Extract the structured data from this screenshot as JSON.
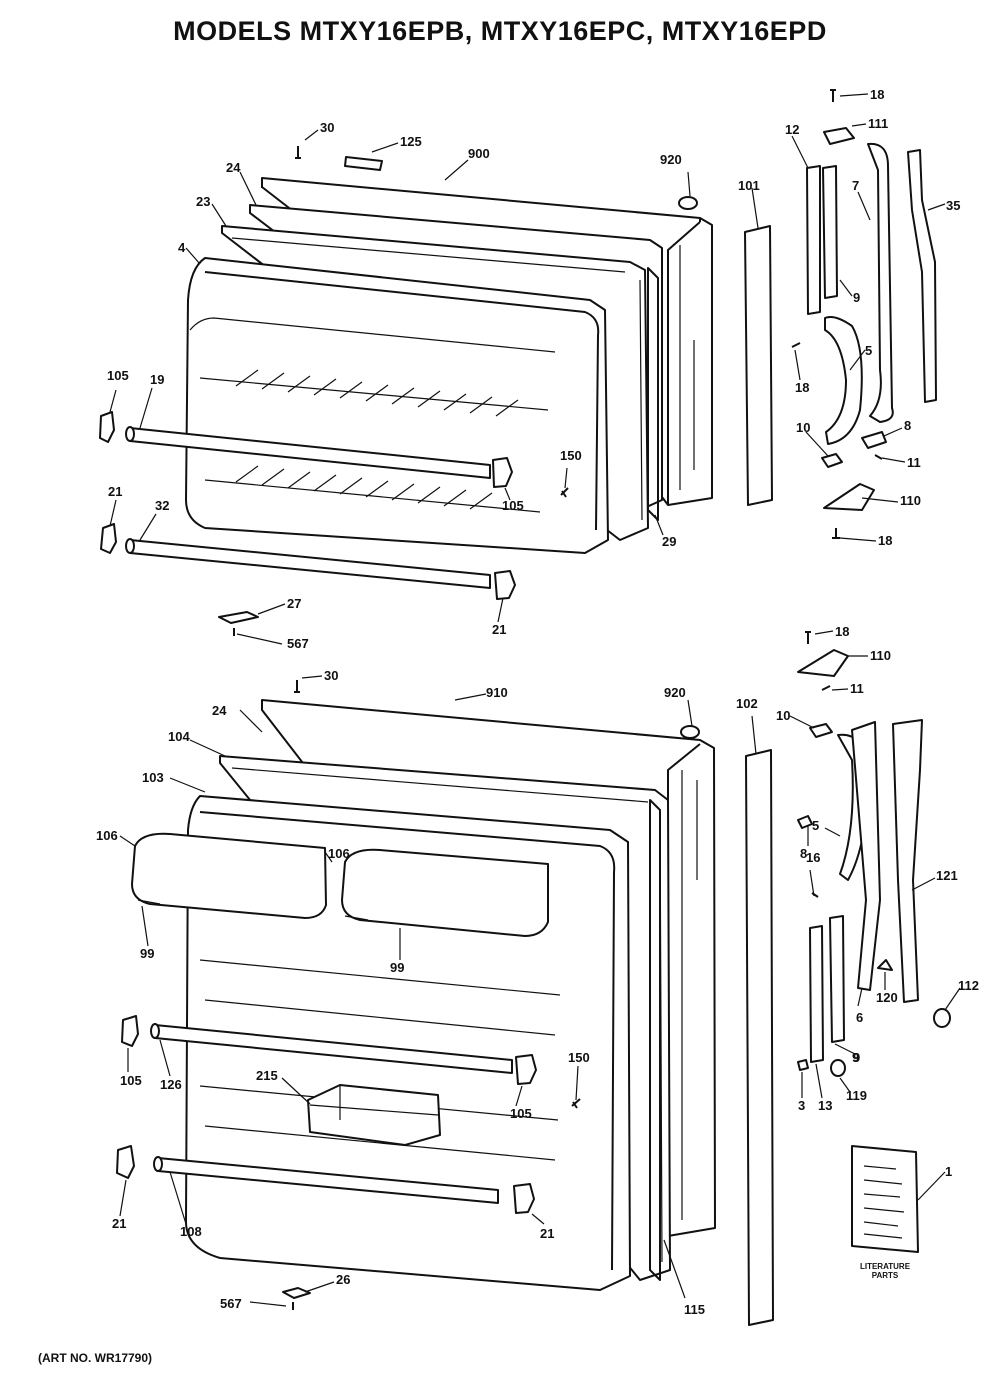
{
  "title": "MODELS MTXY16EPB, MTXY16EPC, MTXY16EPD",
  "art_number": "(ART NO. WR17790)",
  "literature_caption_line1": "LITERATURE",
  "literature_caption_line2": "PARTS",
  "labels_upper": [
    "18",
    "111",
    "12",
    "30",
    "125",
    "900",
    "920",
    "101",
    "7",
    "35",
    "24",
    "23",
    "4",
    "9",
    "5",
    "18",
    "105",
    "19",
    "150",
    "10",
    "8",
    "11",
    "105",
    "21",
    "32",
    "29",
    "110",
    "18",
    "21",
    "27",
    "567"
  ],
  "labels_lower": [
    "18",
    "110",
    "30",
    "910",
    "920",
    "11",
    "24",
    "102",
    "10",
    "104",
    "8",
    "103",
    "5",
    "106",
    "106",
    "16",
    "121",
    "99",
    "99",
    "9",
    "6",
    "120",
    "112",
    "105",
    "126",
    "150",
    "215",
    "105",
    "3",
    "13",
    "119",
    "9",
    "1",
    "21",
    "108",
    "21",
    "115",
    "26",
    "567"
  ]
}
